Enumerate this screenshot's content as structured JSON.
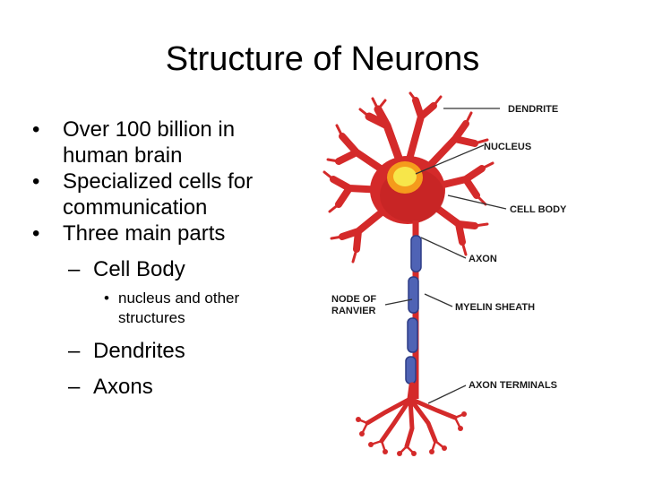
{
  "slide": {
    "title": "Structure of Neurons",
    "bullets": [
      {
        "text": "Over 100 billion in human brain"
      },
      {
        "text": "Specialized cells for communication"
      },
      {
        "text": "Three main parts"
      }
    ],
    "sub_bullets": [
      {
        "text": "Cell Body"
      },
      {
        "text": "Dendrites"
      },
      {
        "text": "Axons"
      }
    ],
    "sub_sub_bullet": "nucleus and other structures"
  },
  "diagram": {
    "labels": {
      "dendrite": "DENDRITE",
      "nucleus": "NUCLEUS",
      "cell_body": "CELL BODY",
      "axon": "AXON",
      "node_line1": "NODE OF",
      "node_line2": "RANVIER",
      "myelin": "MYELIN SHEATH",
      "terminals": "AXON TERMINALS"
    },
    "colors": {
      "cell": "#d42a2a",
      "cell_dark": "#a51616",
      "nucleus_outer": "#f59b1c",
      "nucleus_inner": "#f7e64a",
      "myelin": "#4f63b5",
      "myelin_dark": "#2d3c86",
      "label": "#1a1a1a"
    }
  }
}
